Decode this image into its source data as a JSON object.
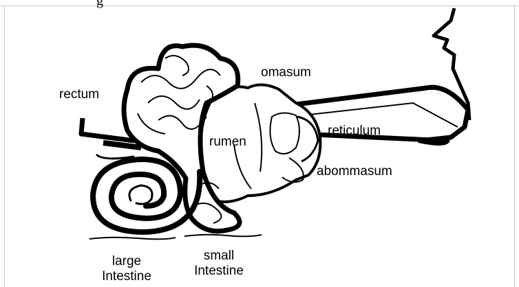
{
  "top_fragment": "g",
  "labels": {
    "rectum": "rectum",
    "omasum": "omasum",
    "rumen": "rumen",
    "reticulum": "reticulum",
    "abomasum": "abommasum",
    "large_intestine_line1": "large",
    "large_intestine_line2": "Intestine",
    "small_intestine_line1": "small",
    "small_intestine_line2": "Intestine"
  }
}
